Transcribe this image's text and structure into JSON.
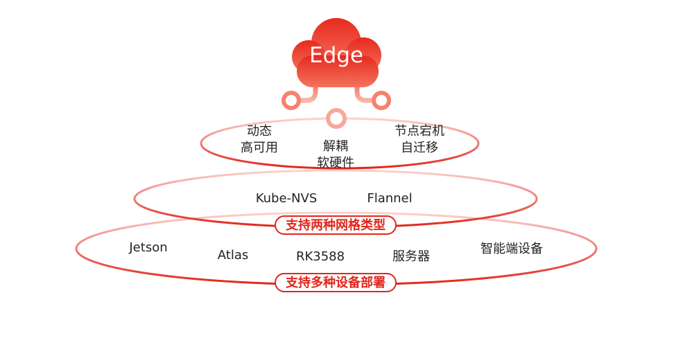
{
  "cloud": {
    "label": "Edge"
  },
  "tier1": {
    "items": [
      {
        "lines": [
          "动态",
          "高可用"
        ]
      },
      {
        "lines": [
          "解耦",
          "软硬件"
        ]
      },
      {
        "lines": [
          "节点宕机",
          "自迁移"
        ]
      }
    ]
  },
  "tier2": {
    "items": [
      "Kube-NVS",
      "Flannel"
    ],
    "badge": "支持两种网格类型"
  },
  "tier3": {
    "items": [
      "Jetson",
      "Atlas",
      "RK3588",
      "服务器",
      "智能端设备"
    ],
    "badge": "支持多种设备部署"
  },
  "colors": {
    "accent": "#e1251b",
    "accent_light": "#f6a79c",
    "text": "#222222"
  }
}
